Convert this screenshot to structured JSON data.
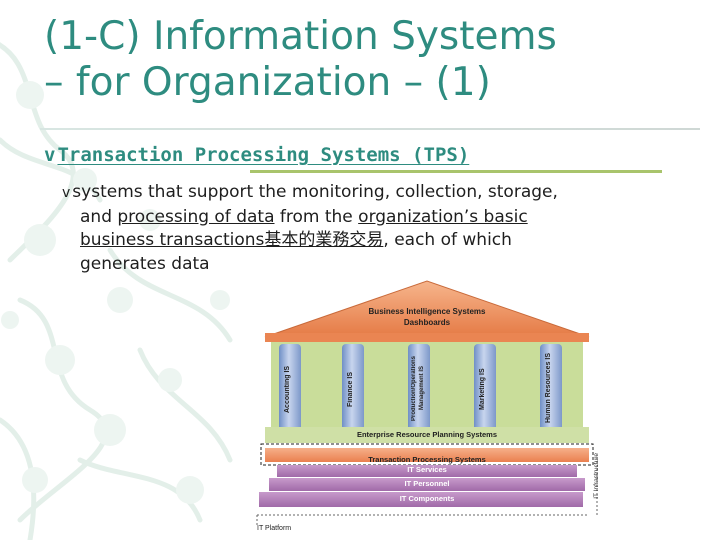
{
  "slide": {
    "title_line1": "(1-C) Information Systems",
    "title_line2": "– for Organization – (1)",
    "bullet1_marker": "v",
    "bullet1_text": "Transaction Processing Systems (TPS)",
    "bullet2_marker": "v",
    "bullet2": {
      "seg1": "systems that support the monitoring, collection, storage,",
      "seg2": "and ",
      "seg3": "processing of data",
      "seg4": " from the ",
      "seg5": "organization’s basic",
      "seg6": "business transactions基本的業務交易",
      "seg7": ", each of which",
      "seg8": "generates data"
    }
  },
  "diagram": {
    "roof_title": "Business Intelligence Systems",
    "roof_subtitle": "Dashboards",
    "pillars": [
      "Accounting IS",
      "Finance IS",
      "Production/Operations Management IS",
      "Marketing IS",
      "Human Resources IS"
    ],
    "erp": "Enterprise Resource Planning Systems",
    "tps": "Transaction Processing Systems",
    "it_services": "IT Services",
    "it_personnel": "IT Personnel",
    "it_components": "IT Components",
    "it_platform": "IT Platform",
    "it_infrastructure": "IT Infrastructure"
  },
  "colors": {
    "title": "#2e8c80",
    "accent_line": "#a9c46c",
    "roof": "#ec8f5f",
    "pillar_band": "#c8dc98",
    "pillar": "#8ea8d4",
    "tps_bar": "#f08c5a",
    "it_bars": "#b07fb8"
  }
}
